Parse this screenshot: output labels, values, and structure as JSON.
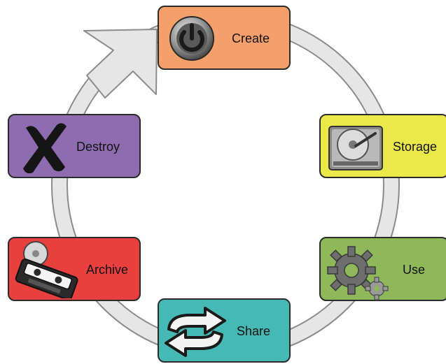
{
  "diagram": {
    "ring_color": "#e6e6e6",
    "ring_outline": "#8c8c8c",
    "stages": [
      {
        "id": "create",
        "label": "Create",
        "color": "#f5a06a",
        "icon": "power-button-icon"
      },
      {
        "id": "storage",
        "label": "Storage",
        "color": "#ebe84a",
        "icon": "hard-drive-icon"
      },
      {
        "id": "use",
        "label": "Use",
        "color": "#8fb85a",
        "icon": "gears-icon"
      },
      {
        "id": "share",
        "label": "Share",
        "color": "#46b9b5",
        "icon": "exchange-arrows-icon"
      },
      {
        "id": "archive",
        "label": "Archive",
        "color": "#e8403e",
        "icon": "tape-cassette-disc-icon"
      },
      {
        "id": "destroy",
        "label": "Destroy",
        "color": "#8f6bb0",
        "icon": "cross-x-icon"
      }
    ]
  }
}
